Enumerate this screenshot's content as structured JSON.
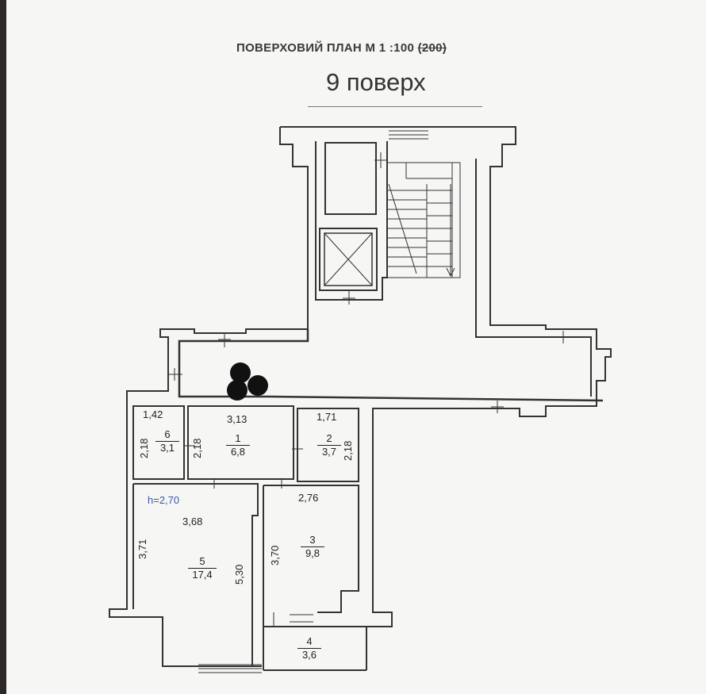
{
  "plan": {
    "title_main": "ПОВЕРХОВИЙ ПЛАН М 1 :100 ",
    "title_struck": "(200)",
    "floor_label": "9 поверх",
    "ceiling_height": "h=2,70",
    "rooms": [
      {
        "number": "1",
        "area": "6,8"
      },
      {
        "number": "2",
        "area": "3,7"
      },
      {
        "number": "3",
        "area": "9,8"
      },
      {
        "number": "4",
        "area": "3,6"
      },
      {
        "number": "5",
        "area": "17,4"
      },
      {
        "number": "6",
        "area": "3,1"
      }
    ],
    "dimensions": {
      "r6_width": "1,42",
      "r6_height": "2,18",
      "r1_width": "3,13",
      "r1_height": "2,18",
      "r2_width": "1,71",
      "r2_height": "2,18",
      "r5_width": "3,68",
      "r5_height_left": "3,71",
      "r5_height_right": "5,30",
      "r3_width": "2,76",
      "r3_height": "3,70"
    }
  }
}
